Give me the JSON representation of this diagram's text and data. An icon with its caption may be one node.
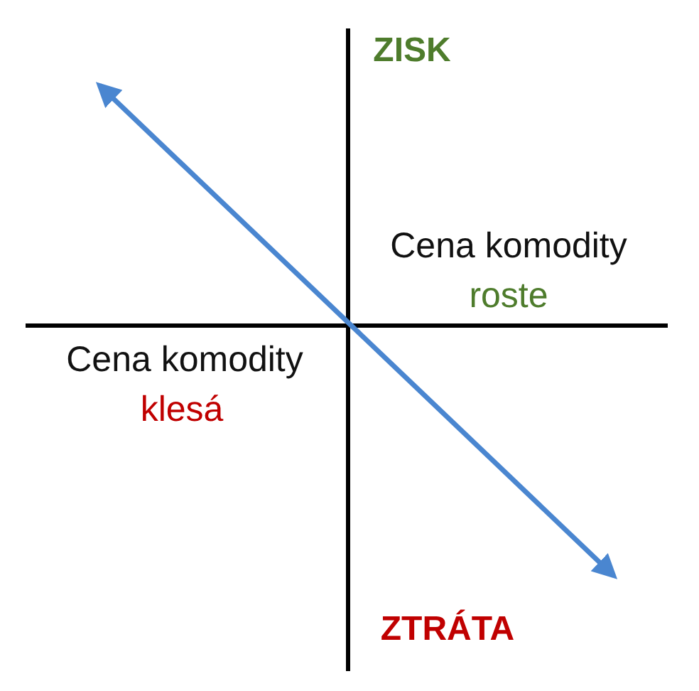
{
  "diagram": {
    "labels": [
      "ZISK",
      "Cena komodity",
      "roste",
      "Cena komodity",
      "klesá",
      "ZTRÁTA"
    ]
  }
}
